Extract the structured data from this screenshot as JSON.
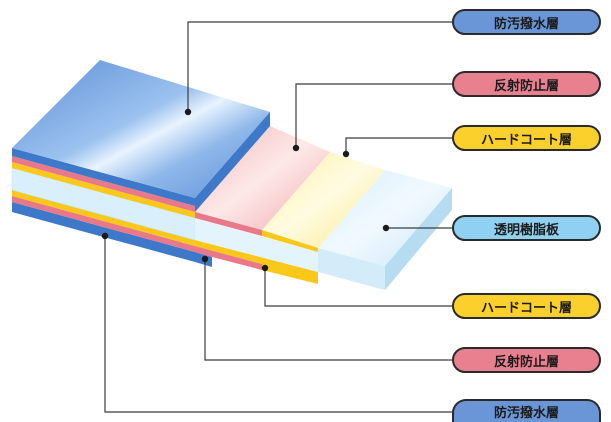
{
  "labels": {
    "top_stainproof": "防汚撥水層",
    "top_antireflect": "反射防止層",
    "top_hardcoat": "ハードコート層",
    "substrate": "透明樹脂板",
    "bottom_hardcoat": "ハードコート層",
    "bottom_antireflect": "反射防止層",
    "bottom_stainproof": "防汚撥水層"
  },
  "colors": {
    "stainproof": "#6a96d8",
    "antireflect": "#e9808f",
    "hardcoat": "#fcd02c",
    "substrate": "#cce8f8",
    "leader": "#3c3c3c"
  }
}
